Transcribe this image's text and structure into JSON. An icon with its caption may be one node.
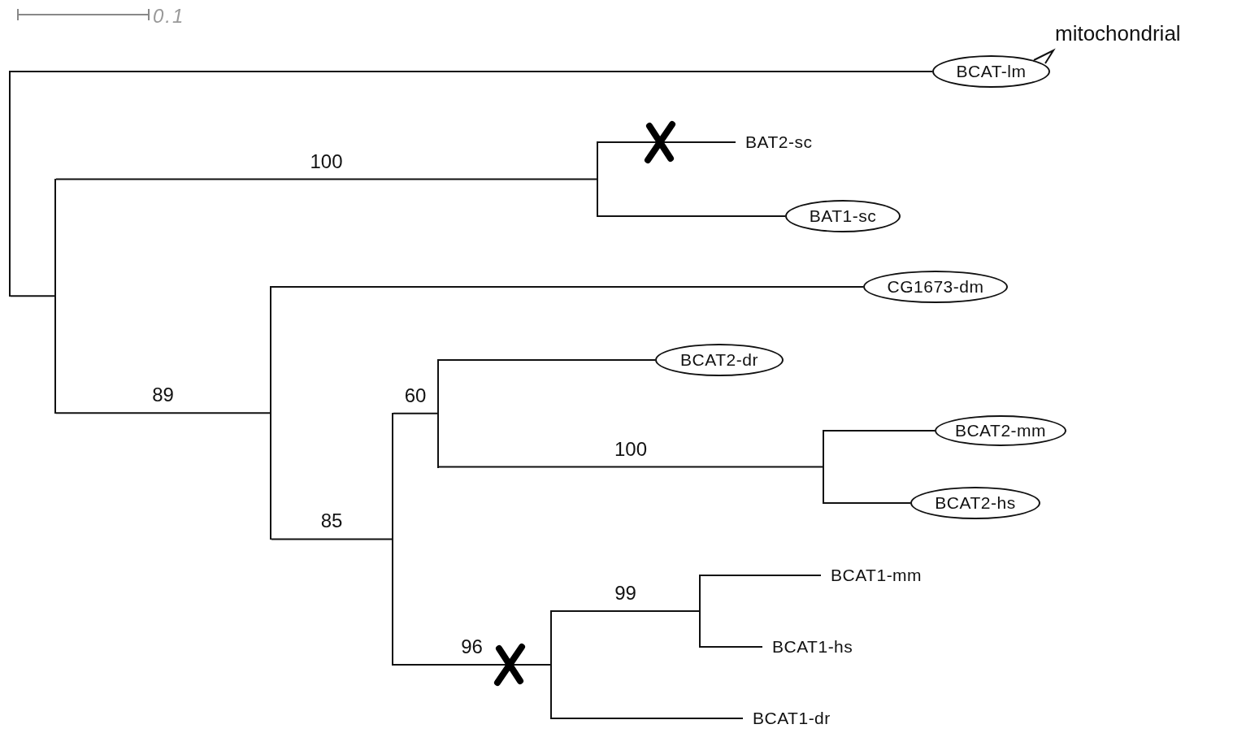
{
  "diagram": {
    "nodes": [
      {
        "text": [],
        "shape": "bar"
      },
      {
        "text": [
          "BCAT-lm"
        ],
        "beside": [
          "mitochondrial"
        ]
      },
      {
        "text": [],
        "shape": "bar"
      },
      {
        "text": [],
        "shape": "bar"
      },
      {
        "text": [
          "BAT2-sc"
        ]
      },
      {
        "text": [
          "BAT1-sc"
        ]
      },
      {
        "text": [],
        "shape": "bar"
      },
      {
        "text": [
          "CG1673-dm"
        ]
      },
      {
        "text": [],
        "shape": "bar"
      },
      {
        "text": [],
        "shape": "bar"
      },
      {
        "text": [
          "BCAT2-dr"
        ]
      },
      {
        "text": [],
        "shape": "bar"
      },
      {
        "text": [
          "BCAT2-mm"
        ]
      },
      {
        "text": [
          "BCAT2-hs"
        ]
      },
      {
        "text": [],
        "shape": "bar"
      },
      {
        "text": [],
        "shape": "bar"
      },
      {
        "text": [
          "BCAT1-mm"
        ]
      },
      {
        "text": [
          "BCAT1-hs"
        ]
      },
      {
        "text": [
          "BCAT1-dr"
        ]
      }
    ],
    "edges": [
      {
        "from": 0,
        "to": 1,
        "arrow": "none"
      },
      {
        "from": 0,
        "to": 2,
        "arrow": "none"
      },
      {
        "from": 2,
        "to": 3,
        "arrow": "none",
        "label": "100"
      },
      {
        "from": 3,
        "to": 4,
        "arrow": "none"
      },
      {
        "from": 3,
        "to": 5,
        "arrow": "none"
      },
      {
        "from": 2,
        "to": 6,
        "arrow": "none",
        "label": "89"
      },
      {
        "from": 6,
        "to": 7,
        "arrow": "none"
      },
      {
        "from": 6,
        "to": 8,
        "arrow": "none",
        "label": "85"
      },
      {
        "from": 8,
        "to": 9,
        "arrow": "none",
        "label": "60"
      },
      {
        "from": 9,
        "to": 10,
        "arrow": "none"
      },
      {
        "from": 9,
        "to": 11,
        "arrow": "none",
        "label": "100"
      },
      {
        "from": 11,
        "to": 12,
        "arrow": "none"
      },
      {
        "from": 11,
        "to": 13,
        "arrow": "none"
      },
      {
        "from": 8,
        "to": 14,
        "arrow": "none",
        "label": "96"
      },
      {
        "from": 14,
        "to": 15,
        "arrow": "none",
        "label": "99"
      },
      {
        "from": 15,
        "to": 16,
        "arrow": "none"
      },
      {
        "from": 15,
        "to": 17,
        "arrow": "none"
      },
      {
        "from": 14,
        "to": 18,
        "arrow": "none"
      }
    ],
    "labels": [
      "0.1"
    ]
  }
}
